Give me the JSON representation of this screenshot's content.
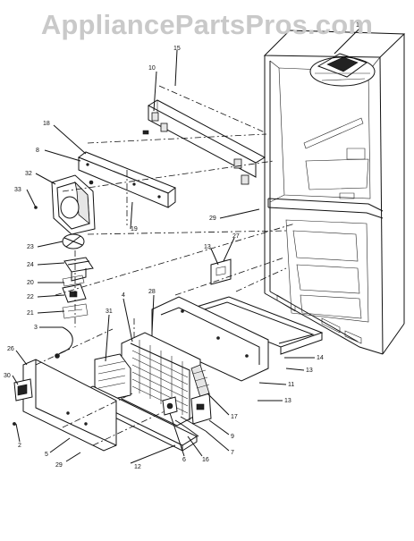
{
  "watermark": "AppliancePartsPros.com",
  "callouts": [
    {
      "id": "c1",
      "text": "1"
    },
    {
      "id": "c15",
      "text": "15"
    },
    {
      "id": "c10",
      "text": "10"
    },
    {
      "id": "c18",
      "text": "18"
    },
    {
      "id": "c8",
      "text": "8"
    },
    {
      "id": "c32",
      "text": "32"
    },
    {
      "id": "c33",
      "text": "33"
    },
    {
      "id": "c19",
      "text": "19"
    },
    {
      "id": "c29a",
      "text": "29"
    },
    {
      "id": "c23",
      "text": "23"
    },
    {
      "id": "c24",
      "text": "24"
    },
    {
      "id": "c20",
      "text": "20"
    },
    {
      "id": "c22",
      "text": "22"
    },
    {
      "id": "c21",
      "text": "21"
    },
    {
      "id": "c3",
      "text": "3"
    },
    {
      "id": "c13a",
      "text": "13"
    },
    {
      "id": "c27",
      "text": "27"
    },
    {
      "id": "c4",
      "text": "4"
    },
    {
      "id": "c28",
      "text": "28"
    },
    {
      "id": "c31",
      "text": "31"
    },
    {
      "id": "c26",
      "text": "26"
    },
    {
      "id": "c30",
      "text": "30"
    },
    {
      "id": "c14",
      "text": "14"
    },
    {
      "id": "c13b",
      "text": "13"
    },
    {
      "id": "c11",
      "text": "11"
    },
    {
      "id": "c13c",
      "text": "13"
    },
    {
      "id": "c17",
      "text": "17"
    },
    {
      "id": "c9",
      "text": "9"
    },
    {
      "id": "c7",
      "text": "7"
    },
    {
      "id": "c16",
      "text": "16"
    },
    {
      "id": "c6",
      "text": "6"
    },
    {
      "id": "c12",
      "text": "12"
    },
    {
      "id": "c2",
      "text": "2"
    },
    {
      "id": "c5",
      "text": "5"
    },
    {
      "id": "c29b",
      "text": "29"
    }
  ]
}
